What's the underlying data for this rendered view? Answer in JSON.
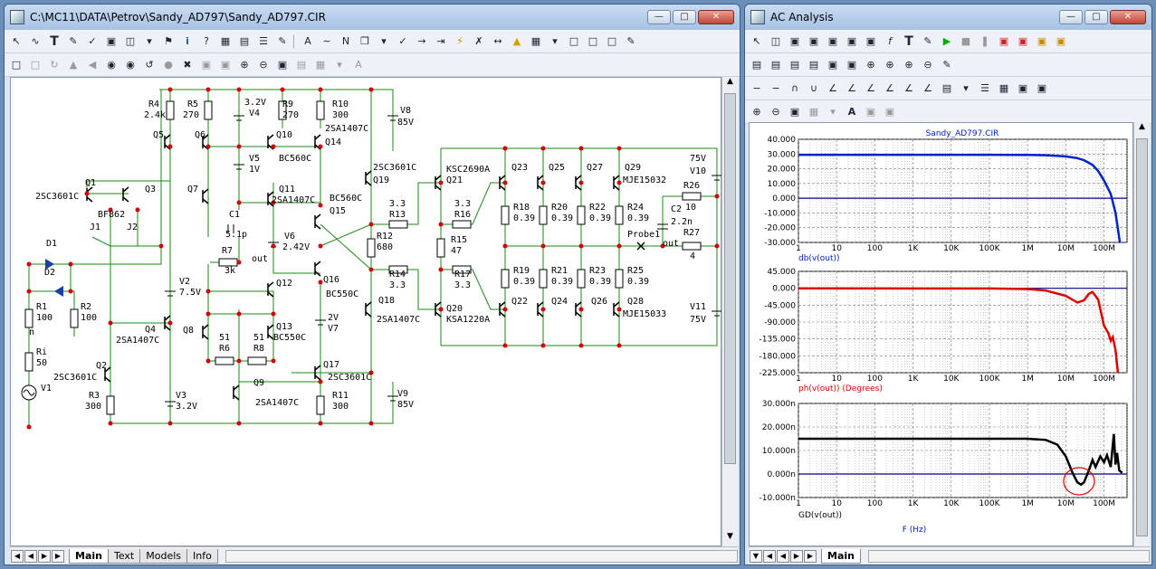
{
  "schematic_window": {
    "title": "C:\\MC11\\DATA\\Petrov\\Sandy_AD797\\Sandy_AD797.CIR",
    "tabs": [
      "Main",
      "Text",
      "Models",
      "Info"
    ],
    "active_tab": "Main"
  },
  "schematic": {
    "labels": [
      [
        "R4",
        162,
        116
      ],
      [
        "2.4k",
        157,
        128
      ],
      [
        "R5",
        205,
        116
      ],
      [
        "270",
        200,
        128
      ],
      [
        "3.2V",
        268,
        114
      ],
      [
        "V4",
        273,
        126
      ],
      [
        "R9",
        310,
        116
      ],
      [
        "270",
        310,
        128
      ],
      [
        "R10",
        365,
        116
      ],
      [
        "300",
        365,
        128
      ],
      [
        "V8",
        440,
        123
      ],
      [
        "85V",
        437,
        136
      ],
      [
        "Q5",
        167,
        150
      ],
      [
        "Q6",
        213,
        150
      ],
      [
        "Q10",
        303,
        150
      ],
      [
        "2SA1407C",
        357,
        143
      ],
      [
        "Q14",
        357,
        158
      ],
      [
        "V5",
        273,
        176
      ],
      [
        "1V",
        273,
        188
      ],
      [
        "BC560C",
        306,
        176
      ],
      [
        "Q1",
        92,
        203
      ],
      [
        "Q3",
        158,
        210
      ],
      [
        "Q7",
        205,
        210
      ],
      [
        "Q11",
        306,
        210
      ],
      [
        "2SA1407C",
        298,
        222
      ],
      [
        "2SC3601C",
        37,
        218
      ],
      [
        "BF862",
        106,
        238
      ],
      [
        "J1",
        97,
        252
      ],
      [
        "J2",
        138,
        252
      ],
      [
        "C1",
        251,
        238
      ],
      [
        "5.1p",
        247,
        260
      ],
      [
        "R7",
        243,
        278
      ],
      [
        "3k",
        246,
        300
      ],
      [
        "out",
        276,
        287
      ],
      [
        "V6",
        312,
        262
      ],
      [
        "2.42V",
        310,
        274
      ],
      [
        "BC560C",
        362,
        220
      ],
      [
        "Q15",
        362,
        234
      ],
      [
        "2SC3601C",
        410,
        186
      ],
      [
        "Q19",
        410,
        200
      ],
      [
        "R13",
        428,
        238
      ],
      [
        "3.3",
        428,
        226
      ],
      [
        "R12",
        414,
        262
      ],
      [
        "680",
        414,
        274
      ],
      [
        "D1",
        49,
        270
      ],
      [
        "D2",
        47,
        302
      ],
      [
        "V2",
        196,
        312
      ],
      [
        "7.5V",
        196,
        324
      ],
      [
        "Q12",
        303,
        314
      ],
      [
        "Q16",
        355,
        310
      ],
      [
        "BC550C",
        358,
        326
      ],
      [
        "Q18",
        416,
        333
      ],
      [
        "2SA1407C",
        414,
        354
      ],
      [
        "R14",
        428,
        304
      ],
      [
        "3.3",
        428,
        316
      ],
      [
        "R1",
        38,
        340
      ],
      [
        "100",
        38,
        352
      ],
      [
        "R2",
        87,
        340
      ],
      [
        "100",
        87,
        352
      ],
      [
        "Q4",
        158,
        365
      ],
      [
        "2SA1407C",
        126,
        377
      ],
      [
        "Q8",
        200,
        366
      ],
      [
        "Q13",
        303,
        362
      ],
      [
        "BC550C",
        300,
        374
      ],
      [
        "2V",
        360,
        352
      ],
      [
        "V7",
        360,
        364
      ],
      [
        "51",
        240,
        374
      ],
      [
        "51",
        278,
        374
      ],
      [
        "R6",
        240,
        386
      ],
      [
        "R8",
        278,
        386
      ],
      [
        "Ri",
        38,
        390
      ],
      [
        "50",
        38,
        402
      ],
      [
        "n",
        30,
        368
      ],
      [
        "Q2",
        104,
        405
      ],
      [
        "2SC3601C",
        57,
        418
      ],
      [
        "Q17",
        355,
        404
      ],
      [
        "2SC3601C",
        360,
        418
      ],
      [
        "Q9",
        278,
        424
      ],
      [
        "2SA1407C",
        280,
        446
      ],
      [
        "V1",
        43,
        430
      ],
      [
        "R3",
        96,
        438
      ],
      [
        "300",
        92,
        450
      ],
      [
        "V3",
        192,
        438
      ],
      [
        "3.2V",
        192,
        450
      ],
      [
        "R11",
        365,
        438
      ],
      [
        "300",
        365,
        450
      ],
      [
        "V9",
        437,
        436
      ],
      [
        "85V",
        437,
        448
      ],
      [
        "KSC2690A",
        491,
        188
      ],
      [
        "Q21",
        491,
        200
      ],
      [
        "3.3",
        500,
        226
      ],
      [
        "R16",
        500,
        238
      ],
      [
        "R15",
        496,
        266
      ],
      [
        "47",
        496,
        278
      ],
      [
        "R17",
        500,
        304
      ],
      [
        "3.3",
        500,
        316
      ],
      [
        "Q20",
        491,
        342
      ],
      [
        "KSA1220A",
        491,
        354
      ],
      [
        "Q23",
        563,
        186
      ],
      [
        "Q25",
        604,
        186
      ],
      [
        "Q27",
        646,
        186
      ],
      [
        "Q29",
        688,
        186
      ],
      [
        "MJE15032",
        686,
        200
      ],
      [
        "R18",
        565,
        230
      ],
      [
        "0.39",
        565,
        242
      ],
      [
        "R20",
        607,
        230
      ],
      [
        "0.39",
        607,
        242
      ],
      [
        "R22",
        649,
        230
      ],
      [
        "0.39",
        649,
        242
      ],
      [
        "R24",
        691,
        230
      ],
      [
        "0.39",
        691,
        242
      ],
      [
        "C2",
        739,
        232
      ],
      [
        "2.2n",
        739,
        246
      ],
      [
        "R26",
        753,
        206
      ],
      [
        "10",
        755,
        230
      ],
      [
        "R27",
        753,
        258
      ],
      [
        "4",
        760,
        284
      ],
      [
        "75V",
        760,
        176
      ],
      [
        "V10",
        760,
        190
      ],
      [
        "Probe1",
        691,
        260
      ],
      [
        "out",
        730,
        270
      ],
      [
        "R19",
        565,
        300
      ],
      [
        "0.39",
        565,
        312
      ],
      [
        "R21",
        607,
        300
      ],
      [
        "0.39",
        607,
        312
      ],
      [
        "R23",
        649,
        300
      ],
      [
        "0.39",
        649,
        312
      ],
      [
        "R25",
        691,
        300
      ],
      [
        "0.39",
        691,
        312
      ],
      [
        "Q22",
        563,
        334
      ],
      [
        "Q24",
        607,
        334
      ],
      [
        "Q26",
        651,
        334
      ],
      [
        "Q28",
        691,
        334
      ],
      [
        "MJE15033",
        686,
        348
      ],
      [
        "V11",
        760,
        340
      ],
      [
        "75V",
        760,
        354
      ]
    ]
  },
  "ac_window": {
    "title": "AC Analysis",
    "tabs": [
      "Main"
    ],
    "active_tab": "Main"
  },
  "plots": {
    "file_title": "Sandy_AD797.CIR",
    "freq_axis_label": "F (Hz)",
    "freq_ticks": [
      "1",
      "10",
      "100",
      "1K",
      "10K",
      "100K",
      "1M",
      "10M",
      "100M"
    ]
  },
  "chart_data": [
    {
      "type": "line",
      "title": "Sandy_AD797.CIR",
      "xlabel": "",
      "ylabel": "",
      "x_scale": "log",
      "xlim": [
        1,
        400000000
      ],
      "ylim": [
        -30,
        40
      ],
      "y_ticks": [
        "40.000",
        "30.000",
        "20.000",
        "10.000",
        "0.000",
        "-10.000",
        "-20.000",
        "-30.000"
      ],
      "series": [
        {
          "name": "db(v(out))",
          "color": "#0022cc",
          "x": [
            1,
            1000,
            100000,
            1000000,
            3000000,
            10000000,
            20000000,
            30000000,
            50000000,
            70000000,
            100000000,
            150000000,
            200000000,
            260000000
          ],
          "y": [
            29.5,
            29.5,
            29.5,
            29.4,
            29.2,
            28.4,
            27.2,
            25.8,
            22.6,
            18.5,
            12,
            3,
            -10,
            -30
          ]
        }
      ]
    },
    {
      "type": "line",
      "xlabel": "",
      "ylabel": "",
      "x_scale": "log",
      "xlim": [
        1,
        400000000
      ],
      "ylim": [
        -225,
        45
      ],
      "y_ticks": [
        "45.000",
        "0.000",
        "-45.000",
        "-90.000",
        "-135.000",
        "-180.000",
        "-225.000"
      ],
      "series": [
        {
          "name": "ph(v(out)) (Degrees)",
          "color": "#dd0000",
          "x": [
            1,
            100000,
            1000000,
            3000000,
            10000000,
            20000000,
            30000000,
            40000000,
            50000000,
            70000000,
            100000000,
            130000000,
            150000000,
            170000000,
            200000000,
            230000000
          ],
          "y": [
            0,
            -0.5,
            -2,
            -6,
            -20,
            -38,
            -32,
            -15,
            -10,
            -30,
            -100,
            -120,
            -140,
            -130,
            -165,
            -225
          ]
        }
      ]
    },
    {
      "type": "line",
      "xlabel": "F (Hz)",
      "ylabel": "",
      "x_scale": "log",
      "xlim": [
        1,
        400000000
      ],
      "ylim": [
        -1e-08,
        3e-08
      ],
      "y_ticks": [
        "30.000n",
        "20.000n",
        "10.000n",
        "0.000n",
        "-10.000n"
      ],
      "series": [
        {
          "name": "GD(v(out))",
          "color": "#000000",
          "x": [
            1,
            1000000,
            3000000,
            6000000,
            10000000,
            15000000,
            20000000,
            25000000,
            30000000,
            40000000,
            50000000,
            60000000,
            80000000,
            100000000,
            120000000,
            150000000,
            180000000,
            200000000,
            220000000,
            250000000,
            300000000
          ],
          "y": [
            1.5e-08,
            1.5e-08,
            1.45e-08,
            1.25e-08,
            7.5e-09,
            5e-10,
            -3.5e-09,
            -4.5e-09,
            -3.5e-09,
            1.5e-09,
            6e-09,
            3e-09,
            7.5e-09,
            5e-09,
            8e-09,
            3e-09,
            1.7e-08,
            4e-09,
            9e-09,
            1.5e-09,
            5e-10
          ]
        }
      ]
    }
  ]
}
